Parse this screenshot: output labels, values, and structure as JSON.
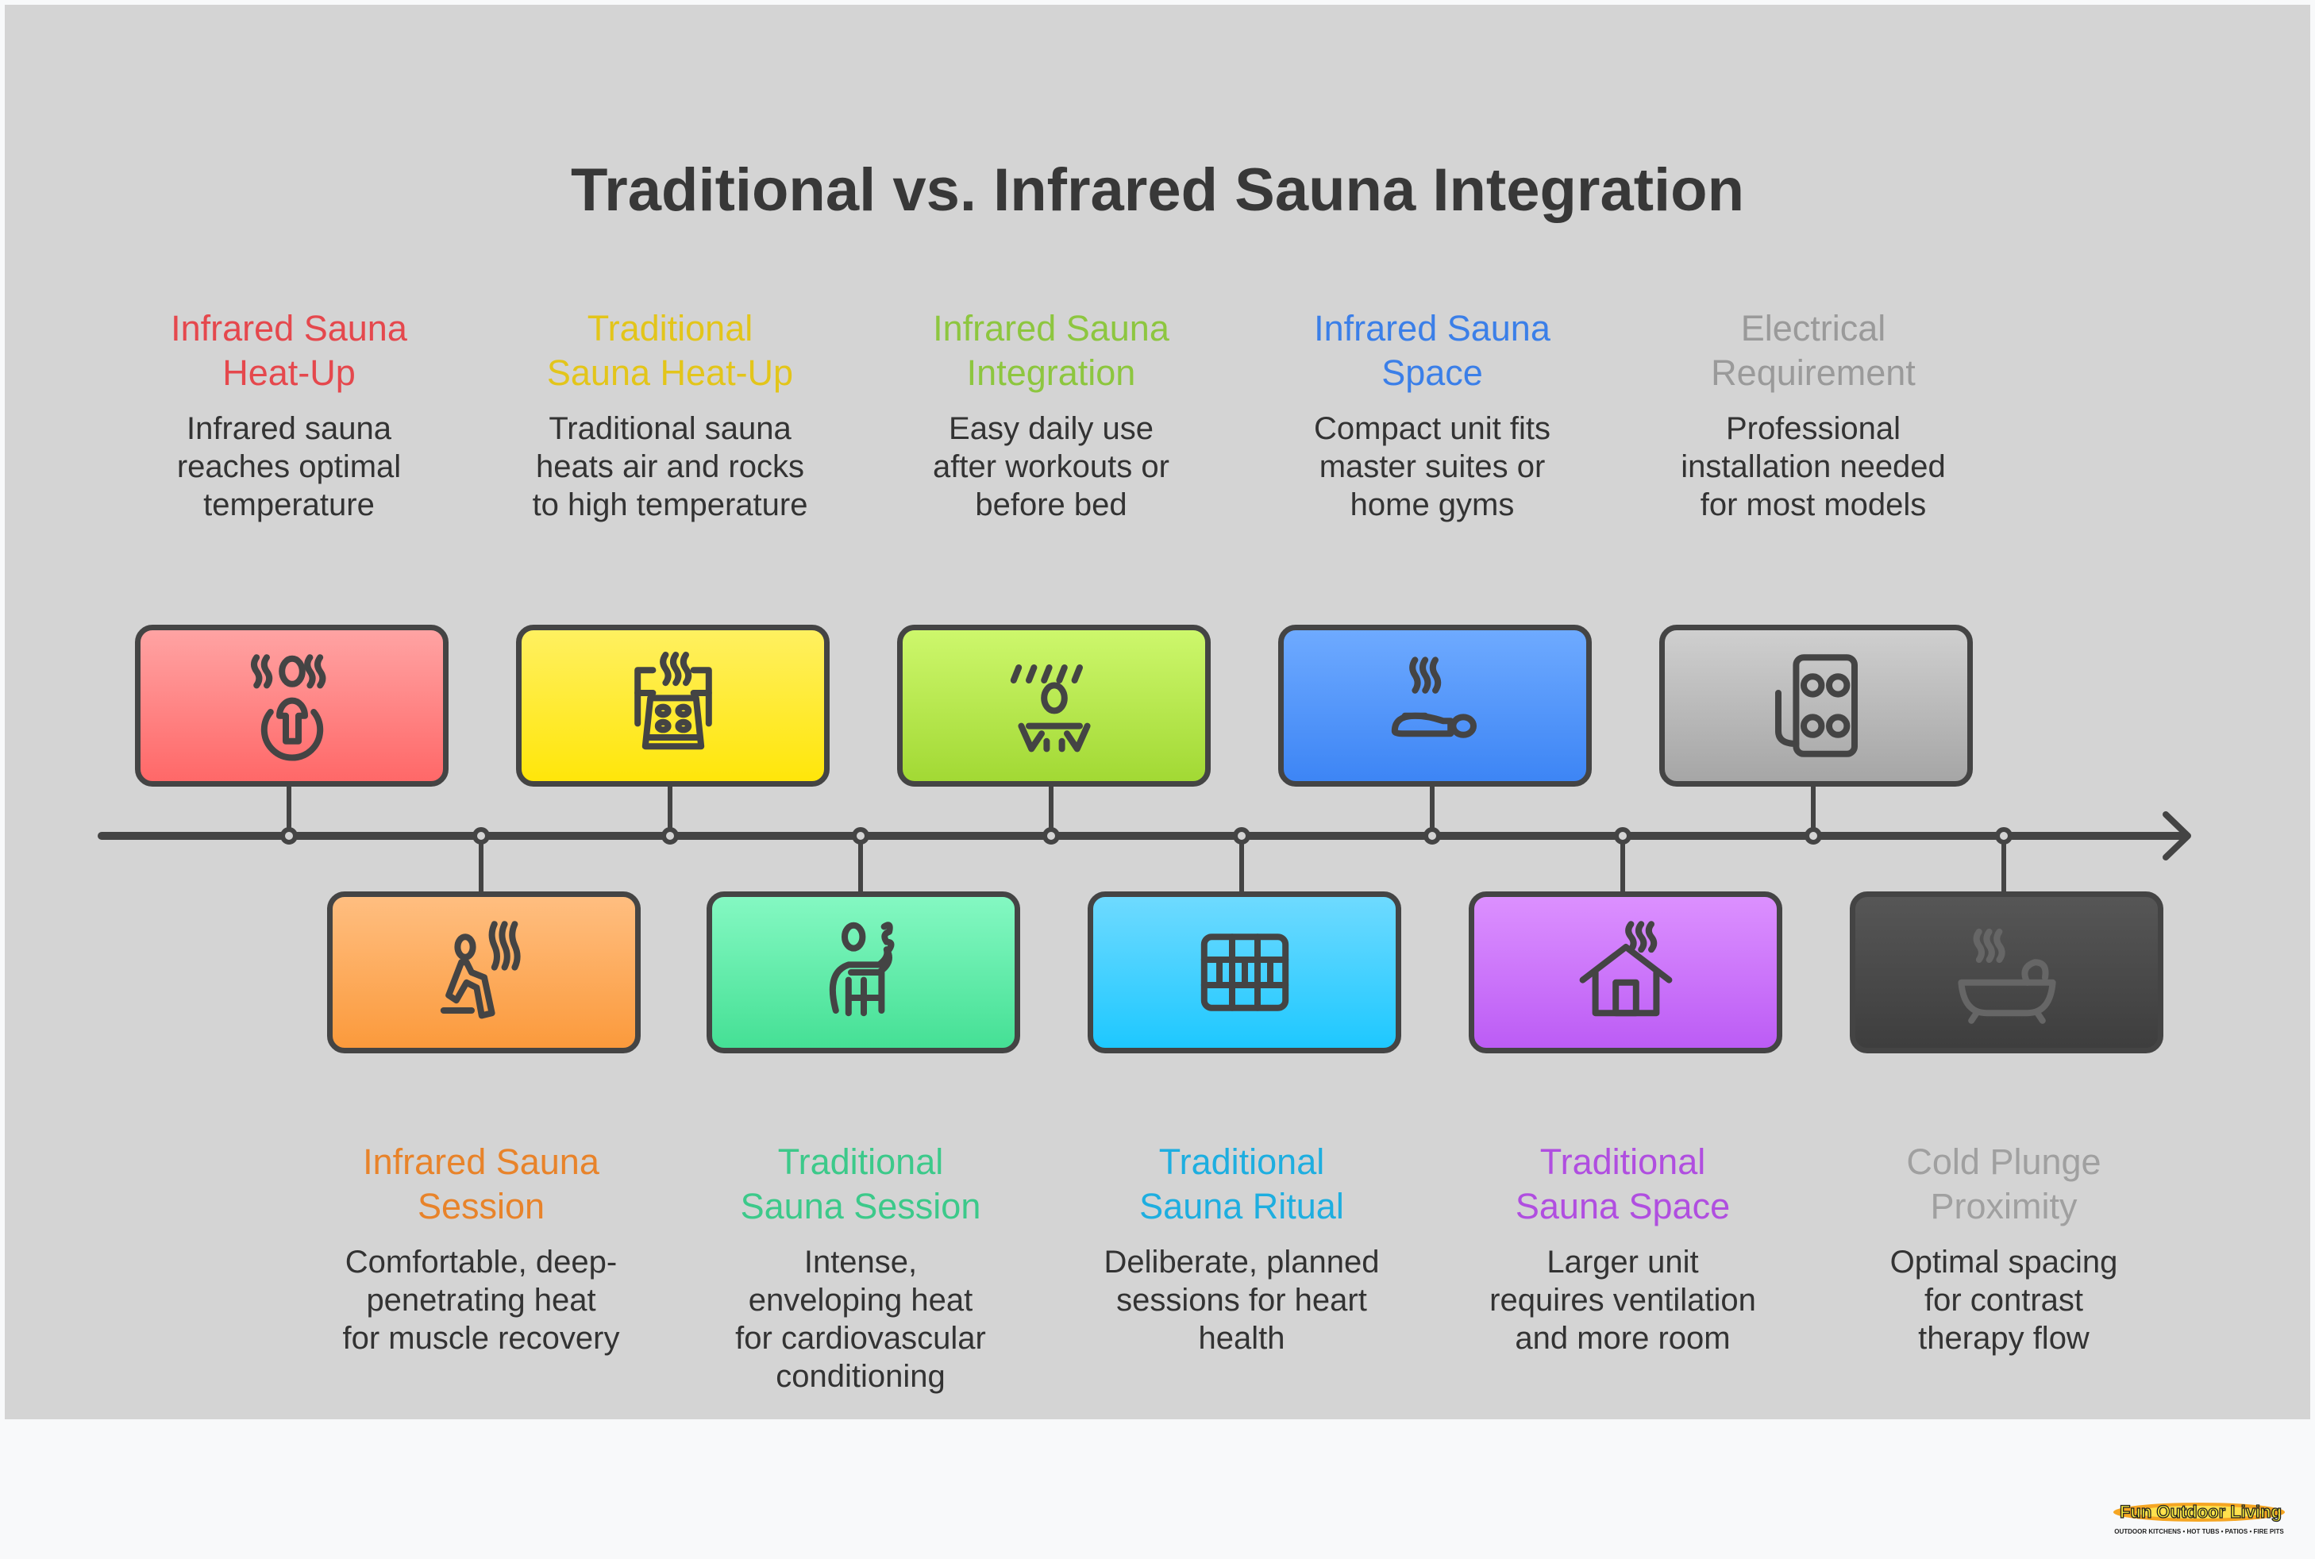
{
  "title": "Traditional vs. Infrared Sauna Integration",
  "events": [
    {
      "title": "Infrared Sauna Heat-Up",
      "title_lines": [
        "Infrared Sauna",
        "Heat-Up"
      ],
      "desc_lines": [
        "Infrared sauna",
        "reaches optimal",
        "temperature"
      ],
      "position": "top",
      "icon": "person-heat-icon",
      "color": "#e5484d",
      "fill": [
        "#ffa3a3",
        "#ff6868"
      ]
    },
    {
      "title": "Infrared Sauna Session",
      "title_lines": [
        "Infrared Sauna",
        "Session"
      ],
      "desc_lines": [
        "Comfortable, deep-",
        "penetrating heat",
        "for muscle recovery"
      ],
      "position": "bottom",
      "icon": "reclining-person-heat-icon",
      "color": "#e8832a",
      "fill": [
        "#ffbe80",
        "#fb9a3c"
      ]
    },
    {
      "title": "Traditional Sauna Heat-Up",
      "title_lines": [
        "Traditional",
        "Sauna Heat-Up"
      ],
      "desc_lines": [
        "Traditional sauna",
        "heats air and rocks",
        "to high temperature"
      ],
      "position": "top",
      "icon": "sauna-heater-icon",
      "color": "#e3c51a",
      "fill": [
        "#fff060",
        "#ffe60a"
      ]
    },
    {
      "title": "Traditional Sauna Session",
      "title_lines": [
        "Traditional",
        "Sauna Session"
      ],
      "desc_lines": [
        "Intense,",
        "enveloping heat",
        "for cardiovascular",
        "conditioning"
      ],
      "position": "bottom",
      "icon": "seated-person-steam-icon",
      "color": "#3cc98a",
      "fill": [
        "#84f8c2",
        "#45e095"
      ]
    },
    {
      "title": "Infrared Sauna Integration",
      "title_lines": [
        "Infrared Sauna",
        "Integration"
      ],
      "desc_lines": [
        "Easy daily use",
        "after workouts or",
        "before bed"
      ],
      "position": "top",
      "icon": "meditating-person-icon",
      "color": "#8dc63f",
      "fill": [
        "#cdf76c",
        "#a2d934"
      ]
    },
    {
      "title": "Traditional Sauna Ritual",
      "title_lines": [
        "Traditional",
        "Sauna Ritual"
      ],
      "desc_lines": [
        "Deliberate, planned",
        "sessions for heart",
        "health"
      ],
      "position": "bottom",
      "icon": "wood-panel-icon",
      "color": "#1eaee0",
      "fill": [
        "#6edaff",
        "#1ec8ff"
      ]
    },
    {
      "title": "Infrared Sauna Space",
      "title_lines": [
        "Infrared Sauna",
        "Space"
      ],
      "desc_lines": [
        "Compact unit fits",
        "master suites or",
        "home gyms"
      ],
      "position": "top",
      "icon": "lying-person-heat-icon",
      "color": "#3b7fe8",
      "fill": [
        "#6eaaff",
        "#3d85f5"
      ]
    },
    {
      "title": "Traditional Sauna Space",
      "title_lines": [
        "Traditional",
        "Sauna Space"
      ],
      "desc_lines": [
        "Larger unit",
        "requires ventilation",
        "and more room"
      ],
      "position": "bottom",
      "icon": "house-steam-icon",
      "color": "#b04ee0",
      "fill": [
        "#dc90ff",
        "#bc5cf5"
      ]
    },
    {
      "title": "Electrical Requirement",
      "title_lines": [
        "Electrical",
        "Requirement"
      ],
      "desc_lines": [
        "Professional",
        "installation needed",
        "for most models"
      ],
      "position": "top",
      "icon": "electrical-outlet-icon",
      "color": "#9a9a9a",
      "fill": [
        "#cfcfcf",
        "#a6a6a6"
      ]
    },
    {
      "title": "Cold Plunge Proximity",
      "title_lines": [
        "Cold Plunge",
        "Proximity"
      ],
      "desc_lines": [
        "Optimal spacing",
        "for contrast",
        "therapy flow"
      ],
      "position": "bottom",
      "icon": "bathtub-steam-icon",
      "color": "#a0a0a0",
      "fill": [
        "#565656",
        "#3e3e3e"
      ]
    }
  ],
  "logo": {
    "name": "Fun Outdoor Living",
    "tagline": "OUTDOOR KITCHENS • HOT TUBS • PATIOS • FIRE PITS"
  }
}
